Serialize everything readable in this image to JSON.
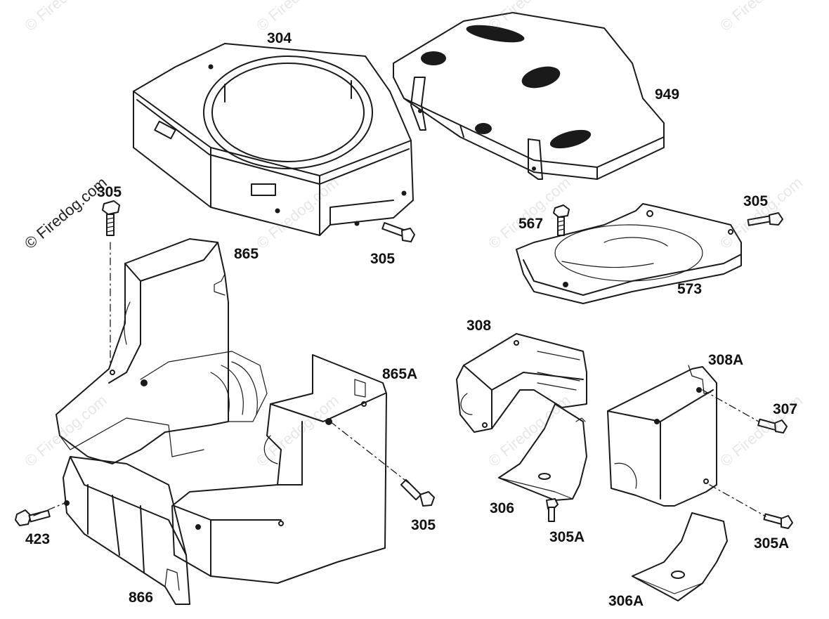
{
  "watermark": {
    "text": "© Firedog.com"
  },
  "callouts": [
    {
      "id": "c304",
      "label": "304"
    },
    {
      "id": "c949",
      "label": "949"
    },
    {
      "id": "c305a",
      "label": "305"
    },
    {
      "id": "c865",
      "label": "865"
    },
    {
      "id": "c305b",
      "label": "305"
    },
    {
      "id": "c567",
      "label": "567"
    },
    {
      "id": "c305c",
      "label": "305"
    },
    {
      "id": "c573",
      "label": "573"
    },
    {
      "id": "c308",
      "label": "308"
    },
    {
      "id": "c865A",
      "label": "865A"
    },
    {
      "id": "c308A",
      "label": "308A"
    },
    {
      "id": "c307",
      "label": "307"
    },
    {
      "id": "c306",
      "label": "306"
    },
    {
      "id": "c305d",
      "label": "305"
    },
    {
      "id": "c305Aa",
      "label": "305A"
    },
    {
      "id": "c305Ab",
      "label": "305A"
    },
    {
      "id": "c423",
      "label": "423"
    },
    {
      "id": "c866",
      "label": "866"
    },
    {
      "id": "c306A",
      "label": "306A"
    }
  ]
}
